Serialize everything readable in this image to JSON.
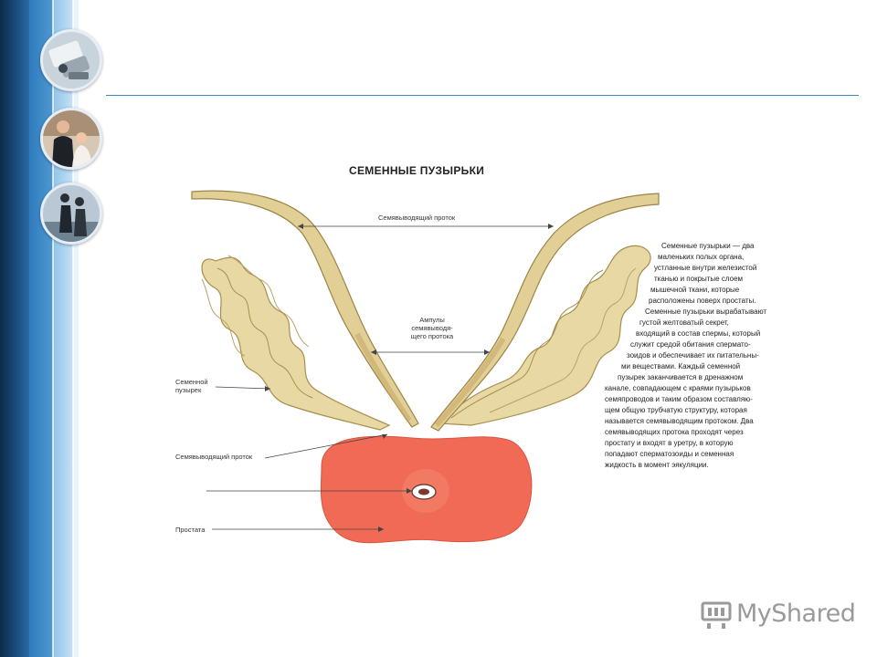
{
  "slide": {
    "figure_title": "СЕМЕННЫЕ ПУЗЫРЬКИ",
    "labels": {
      "vas_deferens_top": "Семявыводящий проток",
      "ampulla_line1": "Ампулы",
      "ampulla_line2": "семявыводя-",
      "ampulla_line3": "щего протока",
      "seminal_vesicle_line1": "Семенной",
      "seminal_vesicle_line2": "пузырек",
      "ejaculatory_duct": "Семявыводящий проток",
      "prostate": "Простата"
    },
    "description": [
      "Семенные пузырьки — два",
      "маленьких полых органа,",
      "устланные внутри железистой",
      "тканью и покрытые слоем",
      "мышечной ткани, которые",
      "расположены поверх простаты.",
      "Семенные пузырьки вырабатывают",
      "густой желтоватый секрет,",
      "входящий в состав спермы, который",
      "служит средой обитания спермато-",
      "зоидов и обеспечивает их питательны-",
      "ми веществами. Каждый семенной",
      "пузырек заканчивается в дренажном",
      "канале, совпадающем с краями пузырьков",
      "семяпроводов и таким образом составляю-",
      "щем общую трубчатую структуру, которая",
      "называется семявыводящим протоком. Два",
      "семявыводящих протока проходят через",
      "простату и входят в уретру, в которую",
      "попадают сперматозоиды и семенная",
      "жидкость в момент эякуляции."
    ]
  },
  "watermark": {
    "text": "MyShared"
  },
  "icons": [
    "computer-equipment-photo-icon",
    "business-people-photo-icon",
    "walking-people-photo-icon"
  ],
  "colors": {
    "accent_blue": "#3f87bf",
    "prostate": "#f06a55",
    "vesicle": "#e8d9a4"
  }
}
